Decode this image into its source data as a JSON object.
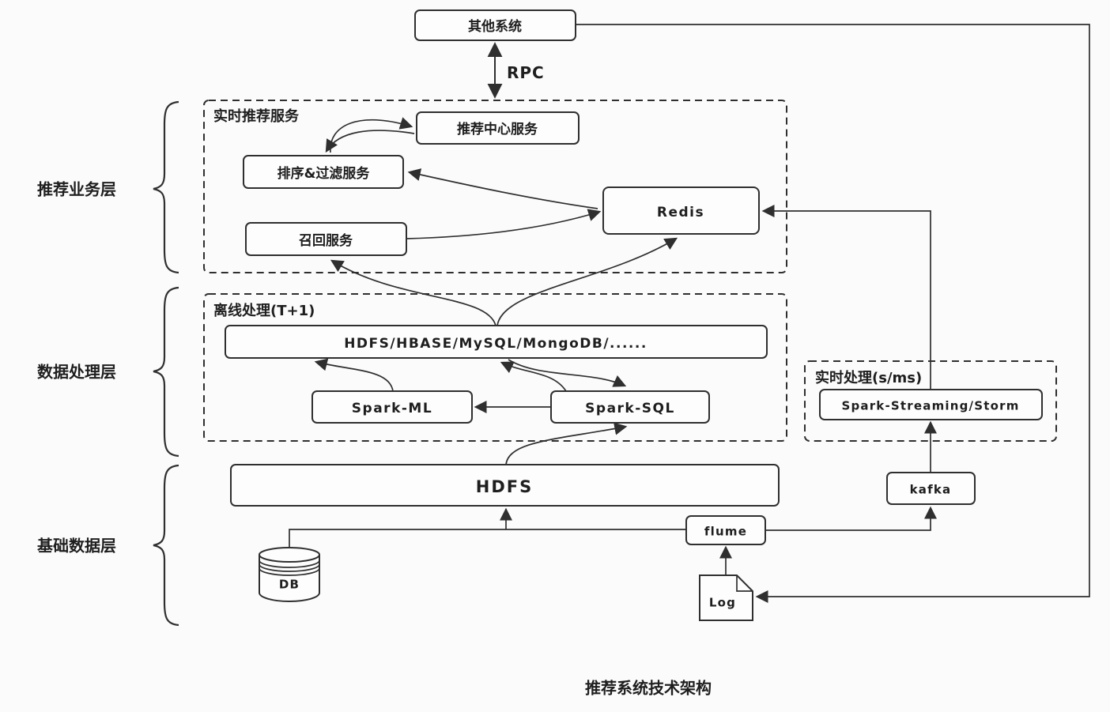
{
  "canvas": {
    "background": "#fbfbfb",
    "stroke_color": "#2f2f2f",
    "text_color": "#1e1e1e"
  },
  "title": "推荐系统技术架构",
  "layers": {
    "business": "推荐业务层",
    "processing": "数据处理层",
    "base": "基础数据层"
  },
  "external": {
    "other_system": "其他系统",
    "rpc_label": "RPC"
  },
  "groups": {
    "realtime_service": "实时推荐服务",
    "offline": "离线处理(T+1)",
    "realtime_processing": "实时处理(s/ms)"
  },
  "nodes": {
    "recommend_center": "推荐中心服务",
    "rank_filter": "排序&过滤服务",
    "recall": "召回服务",
    "redis": "Redis",
    "storage": "HDFS/HBASE/MySQL/MongoDB/......",
    "spark_ml": "Spark-ML",
    "spark_sql": "Spark-SQL",
    "spark_streaming": "Spark-Streaming/Storm",
    "hdfs": "HDFS",
    "db": "DB",
    "flume": "flume",
    "kafka": "kafka",
    "log": "Log"
  }
}
